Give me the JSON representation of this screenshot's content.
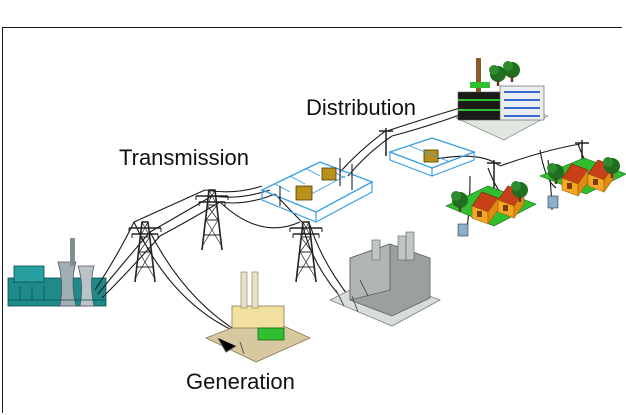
{
  "diagram": {
    "labels": {
      "distribution": "Distribution",
      "transmission": "Transmission",
      "generation": "Generation"
    }
  },
  "colors": {
    "line": "#1a1a1a",
    "tower": "#222222",
    "substation_fence": "#3aa0e6",
    "grass": "#2fbf2f",
    "house_wall": "#f5a623",
    "house_roof": "#c8401a",
    "plant_gray": "#9aa0a0",
    "plant_teal": "#1f8a8a",
    "tree": "#1f6f1f"
  },
  "icons": [
    "power-plant-icon",
    "transmission-tower-icon",
    "substation-icon",
    "generation-plant-icon",
    "factory-icon",
    "office-building-icon",
    "house-icon"
  ]
}
